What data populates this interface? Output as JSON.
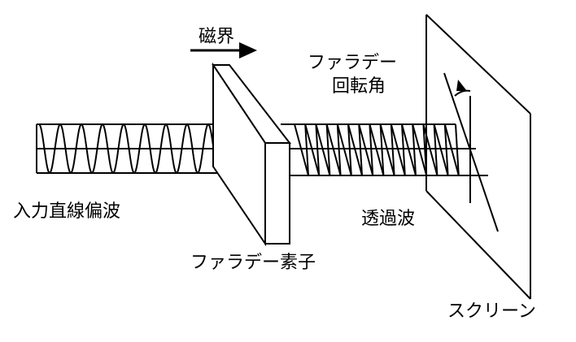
{
  "labels": {
    "magnetic_field": "磁界",
    "faraday_rotation_line1": "ファラデー",
    "faraday_rotation_line2": "回転角",
    "input_wave": "入力直線偏波",
    "transmitted_wave": "透過波",
    "faraday_element": "ファラデー素子",
    "screen": "スクリーン"
  },
  "colors": {
    "stroke": "#000000",
    "background": "#ffffff"
  }
}
